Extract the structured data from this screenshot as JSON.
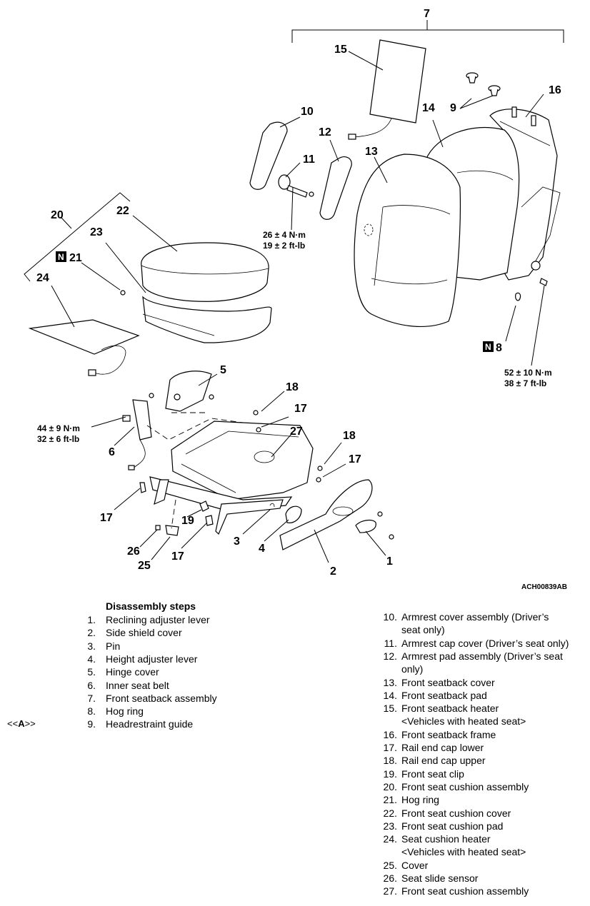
{
  "figure": {
    "id_code": "ACH00839AB",
    "callouts": [
      "1",
      "2",
      "3",
      "4",
      "5",
      "6",
      "7",
      "8",
      "9",
      "10",
      "11",
      "12",
      "13",
      "14",
      "15",
      "16",
      "17",
      "18",
      "19",
      "20",
      "21",
      "22",
      "23",
      "24",
      "25",
      "26",
      "27"
    ],
    "n_badge": "N",
    "torque_armrest": [
      "26 ± 4 N·m",
      "19 ± 2 ft-lb"
    ],
    "torque_seatback": [
      "52 ± 10 N·m",
      "38 ± 7 ft-lb"
    ],
    "torque_belt": [
      "44 ± 9 N·m",
      "32 ± 6 ft-lb"
    ]
  },
  "steps": {
    "title": "Disassembly steps",
    "reference_mark": "A",
    "left": [
      {
        "n": "1.",
        "text": "Reclining adjuster lever"
      },
      {
        "n": "2.",
        "text": "Side shield cover"
      },
      {
        "n": "3.",
        "text": "Pin"
      },
      {
        "n": "4.",
        "text": "Height adjuster lever"
      },
      {
        "n": "5.",
        "text": "Hinge cover"
      },
      {
        "n": "6.",
        "text": "Inner seat belt"
      },
      {
        "n": "7.",
        "text": "Front seatback assembly"
      },
      {
        "n": "8.",
        "text": "Hog ring"
      },
      {
        "n": "9.",
        "text": "Headrestraint guide"
      }
    ],
    "right": [
      {
        "n": "10.",
        "text": "Armrest cover assembly (Driver’s",
        "cont": "seat only)"
      },
      {
        "n": "11.",
        "text": "Armrest cap cover (Driver’s seat only)"
      },
      {
        "n": "12.",
        "text": "Armrest pad assembly (Driver’s seat",
        "cont": "only)"
      },
      {
        "n": "13.",
        "text": "Front seatback cover"
      },
      {
        "n": "14.",
        "text": "Front seatback pad"
      },
      {
        "n": "15.",
        "text": "Front seatback heater",
        "cont": "<Vehicles with heated seat>"
      },
      {
        "n": "16.",
        "text": "Front seatback frame"
      },
      {
        "n": "17.",
        "text": "Rail end cap lower"
      },
      {
        "n": "18.",
        "text": "Rail end cap upper"
      },
      {
        "n": "19.",
        "text": "Front seat clip"
      },
      {
        "n": "20.",
        "text": "Front seat cushion assembly"
      },
      {
        "n": "21.",
        "text": "Hog ring"
      },
      {
        "n": "22.",
        "text": "Front seat cushion cover"
      },
      {
        "n": "23.",
        "text": "Front seat cushion pad"
      },
      {
        "n": "24.",
        "text": "Seat cushion heater",
        "cont": "<Vehicles with heated seat>"
      },
      {
        "n": "25.",
        "text": "Cover"
      },
      {
        "n": "26.",
        "text": "Seat slide sensor"
      },
      {
        "n": "27.",
        "text": "Front seat cushion assembly"
      }
    ]
  }
}
